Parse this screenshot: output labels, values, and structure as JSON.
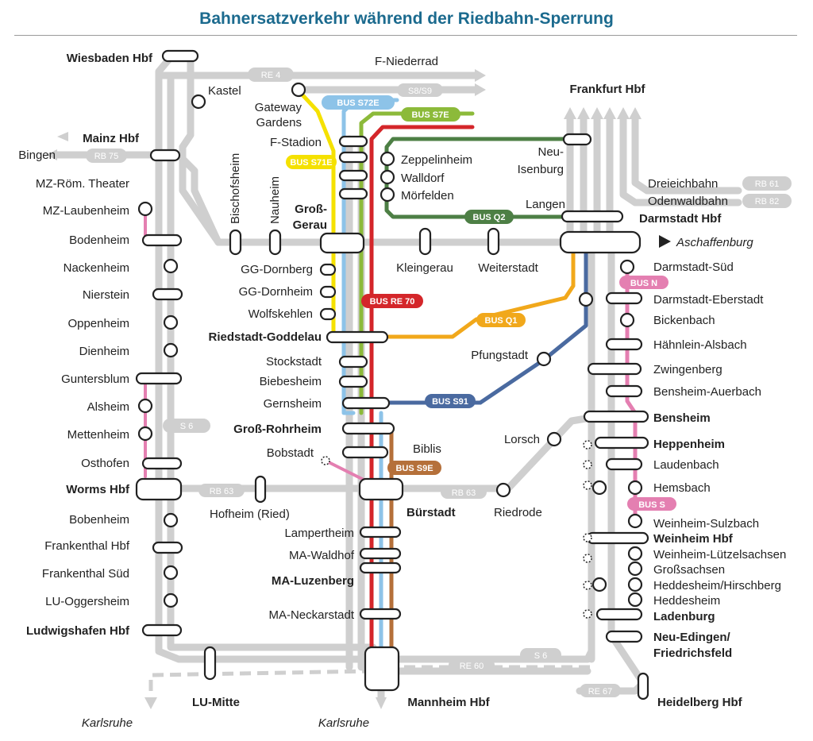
{
  "title": "Bahnersatzverkehr während der Riedbahn-Sperrung",
  "colors": {
    "title": "#1b6a8e",
    "rail_gray": "#cfcfcf",
    "S71E": "#f5e100",
    "S72E": "#8dc3e8",
    "S7E": "#8cba3a",
    "RE70": "#d4262a",
    "S9E": "#b5703a",
    "Q1": "#f1a81b",
    "Q2": "#4d7f45",
    "S91": "#4a6aa0",
    "N": "#e47fb1",
    "S": "#e47fb1"
  },
  "stations": {
    "wiesbaden": "Wiesbaden Hbf",
    "kastel": "Kastel",
    "mainz": "Mainz Hbf",
    "bingen": "Bingen",
    "mz_theater": "MZ-Röm. Theater",
    "mz_laubenheim": "MZ-Laubenheim",
    "bodenheim": "Bodenheim",
    "nackenheim": "Nackenheim",
    "nierstein": "Nierstein",
    "oppenheim": "Oppenheim",
    "dienheim": "Dienheim",
    "guntersblum": "Guntersblum",
    "alsheim": "Alsheim",
    "mettenheim": "Mettenheim",
    "osthofen": "Osthofen",
    "worms": "Worms Hbf",
    "bobenheim": "Bobenheim",
    "frankenthal_hbf": "Frankenthal Hbf",
    "frankenthal_sued": "Frankenthal Süd",
    "oggersheim": "LU-Oggersheim",
    "ludwigshafen": "Ludwigshafen Hbf",
    "lu_mitte": "LU-Mitte",
    "karlsruhe1": "Karlsruhe",
    "karlsruhe2": "Karlsruhe",
    "mannheim": "Mannheim Hbf",
    "f_niederrad": "F-Niederrad",
    "gateway1": "Gateway",
    "gateway2": "Gardens",
    "f_stadion": "F-Stadion",
    "bischofsheim": "Bischofsheim",
    "nauheim": "Nauheim",
    "gg1": "Groß-",
    "gg2": "Gerau",
    "zeppelinheim": "Zeppelinheim",
    "walldorf": "Walldorf",
    "moerfelden": "Mörfelden",
    "neu1": "Neu-",
    "neu2": "Isenburg",
    "langen": "Langen",
    "frankfurt": "Frankfurt Hbf",
    "dreieichbahn": "Dreieichbahn",
    "odenwaldbahn": "Odenwaldbahn",
    "darmstadt": "Darmstadt Hbf",
    "aschaffenburg": "Aschaffenburg",
    "kleingerau": "Kleingerau",
    "weiterstadt": "Weiterstadt",
    "gg_dornberg": "GG-Dornberg",
    "gg_dornheim": "GG-Dornheim",
    "wolfskehlen": "Wolfskehlen",
    "riedstadt": "Riedstadt-Goddelau",
    "stockstadt": "Stockstadt",
    "biebesheim": "Biebesheim",
    "gernsheim": "Gernsheim",
    "gross_rohrheim": "Groß-Rohrheim",
    "biblis": "Biblis",
    "bobstadt": "Bobstadt",
    "hofheim": "Hofheim (Ried)",
    "buerstadt": "Bürstadt",
    "lampertheim": "Lampertheim",
    "waldhof": "MA-Waldhof",
    "luzenberg": "MA-Luzenberg",
    "neckarstadt": "MA-Neckarstadt",
    "pfungstadt": "Pfungstadt",
    "lorsch": "Lorsch",
    "riedrode": "Riedrode",
    "da_sued": "Darmstadt-Süd",
    "da_eberstadt": "Darmstadt-Eberstadt",
    "bickenbach": "Bickenbach",
    "haehnlein": "Hähnlein-Alsbach",
    "zwingenberg": "Zwingenberg",
    "bensheim_auerbach": "Bensheim-Auerbach",
    "bensheim": "Bensheim",
    "heppenheim": "Heppenheim",
    "laudenbach": "Laudenbach",
    "hemsbach": "Hemsbach",
    "weinheim_sulzbach": "Weinheim-Sulzbach",
    "weinheim": "Weinheim Hbf",
    "luetzelsachsen": "Weinheim-Lützelsachsen",
    "grosssachsen": "Großsachsen",
    "hirschberg": "Heddesheim/Hirschberg",
    "heddesheim": "Heddesheim",
    "ladenburg": "Ladenburg",
    "neu_edingen1": "Neu-Edingen/",
    "neu_edingen2": "Friedrichsfeld",
    "heidelberg": "Heidelberg Hbf"
  },
  "line_tags": {
    "re4": "RE 4",
    "s8s9": "S8/S9",
    "s72e": "BUS S72E",
    "s7e": "BUS S7E",
    "s71e": "BUS S71E",
    "rb75": "RB 75",
    "q2": "BUS Q2",
    "re70": "BUS RE 70",
    "q1": "BUS Q1",
    "s91": "BUS S91",
    "s9e": "BUS S9E",
    "s6a": "S 6",
    "rb63a": "RB 63",
    "rb63b": "RB 63",
    "re60": "RE 60",
    "s6b": "S 6",
    "re67": "RE 67",
    "rb61": "RB 61",
    "rb82": "RB 82",
    "busn": "BUS N",
    "buss": "BUS S"
  }
}
